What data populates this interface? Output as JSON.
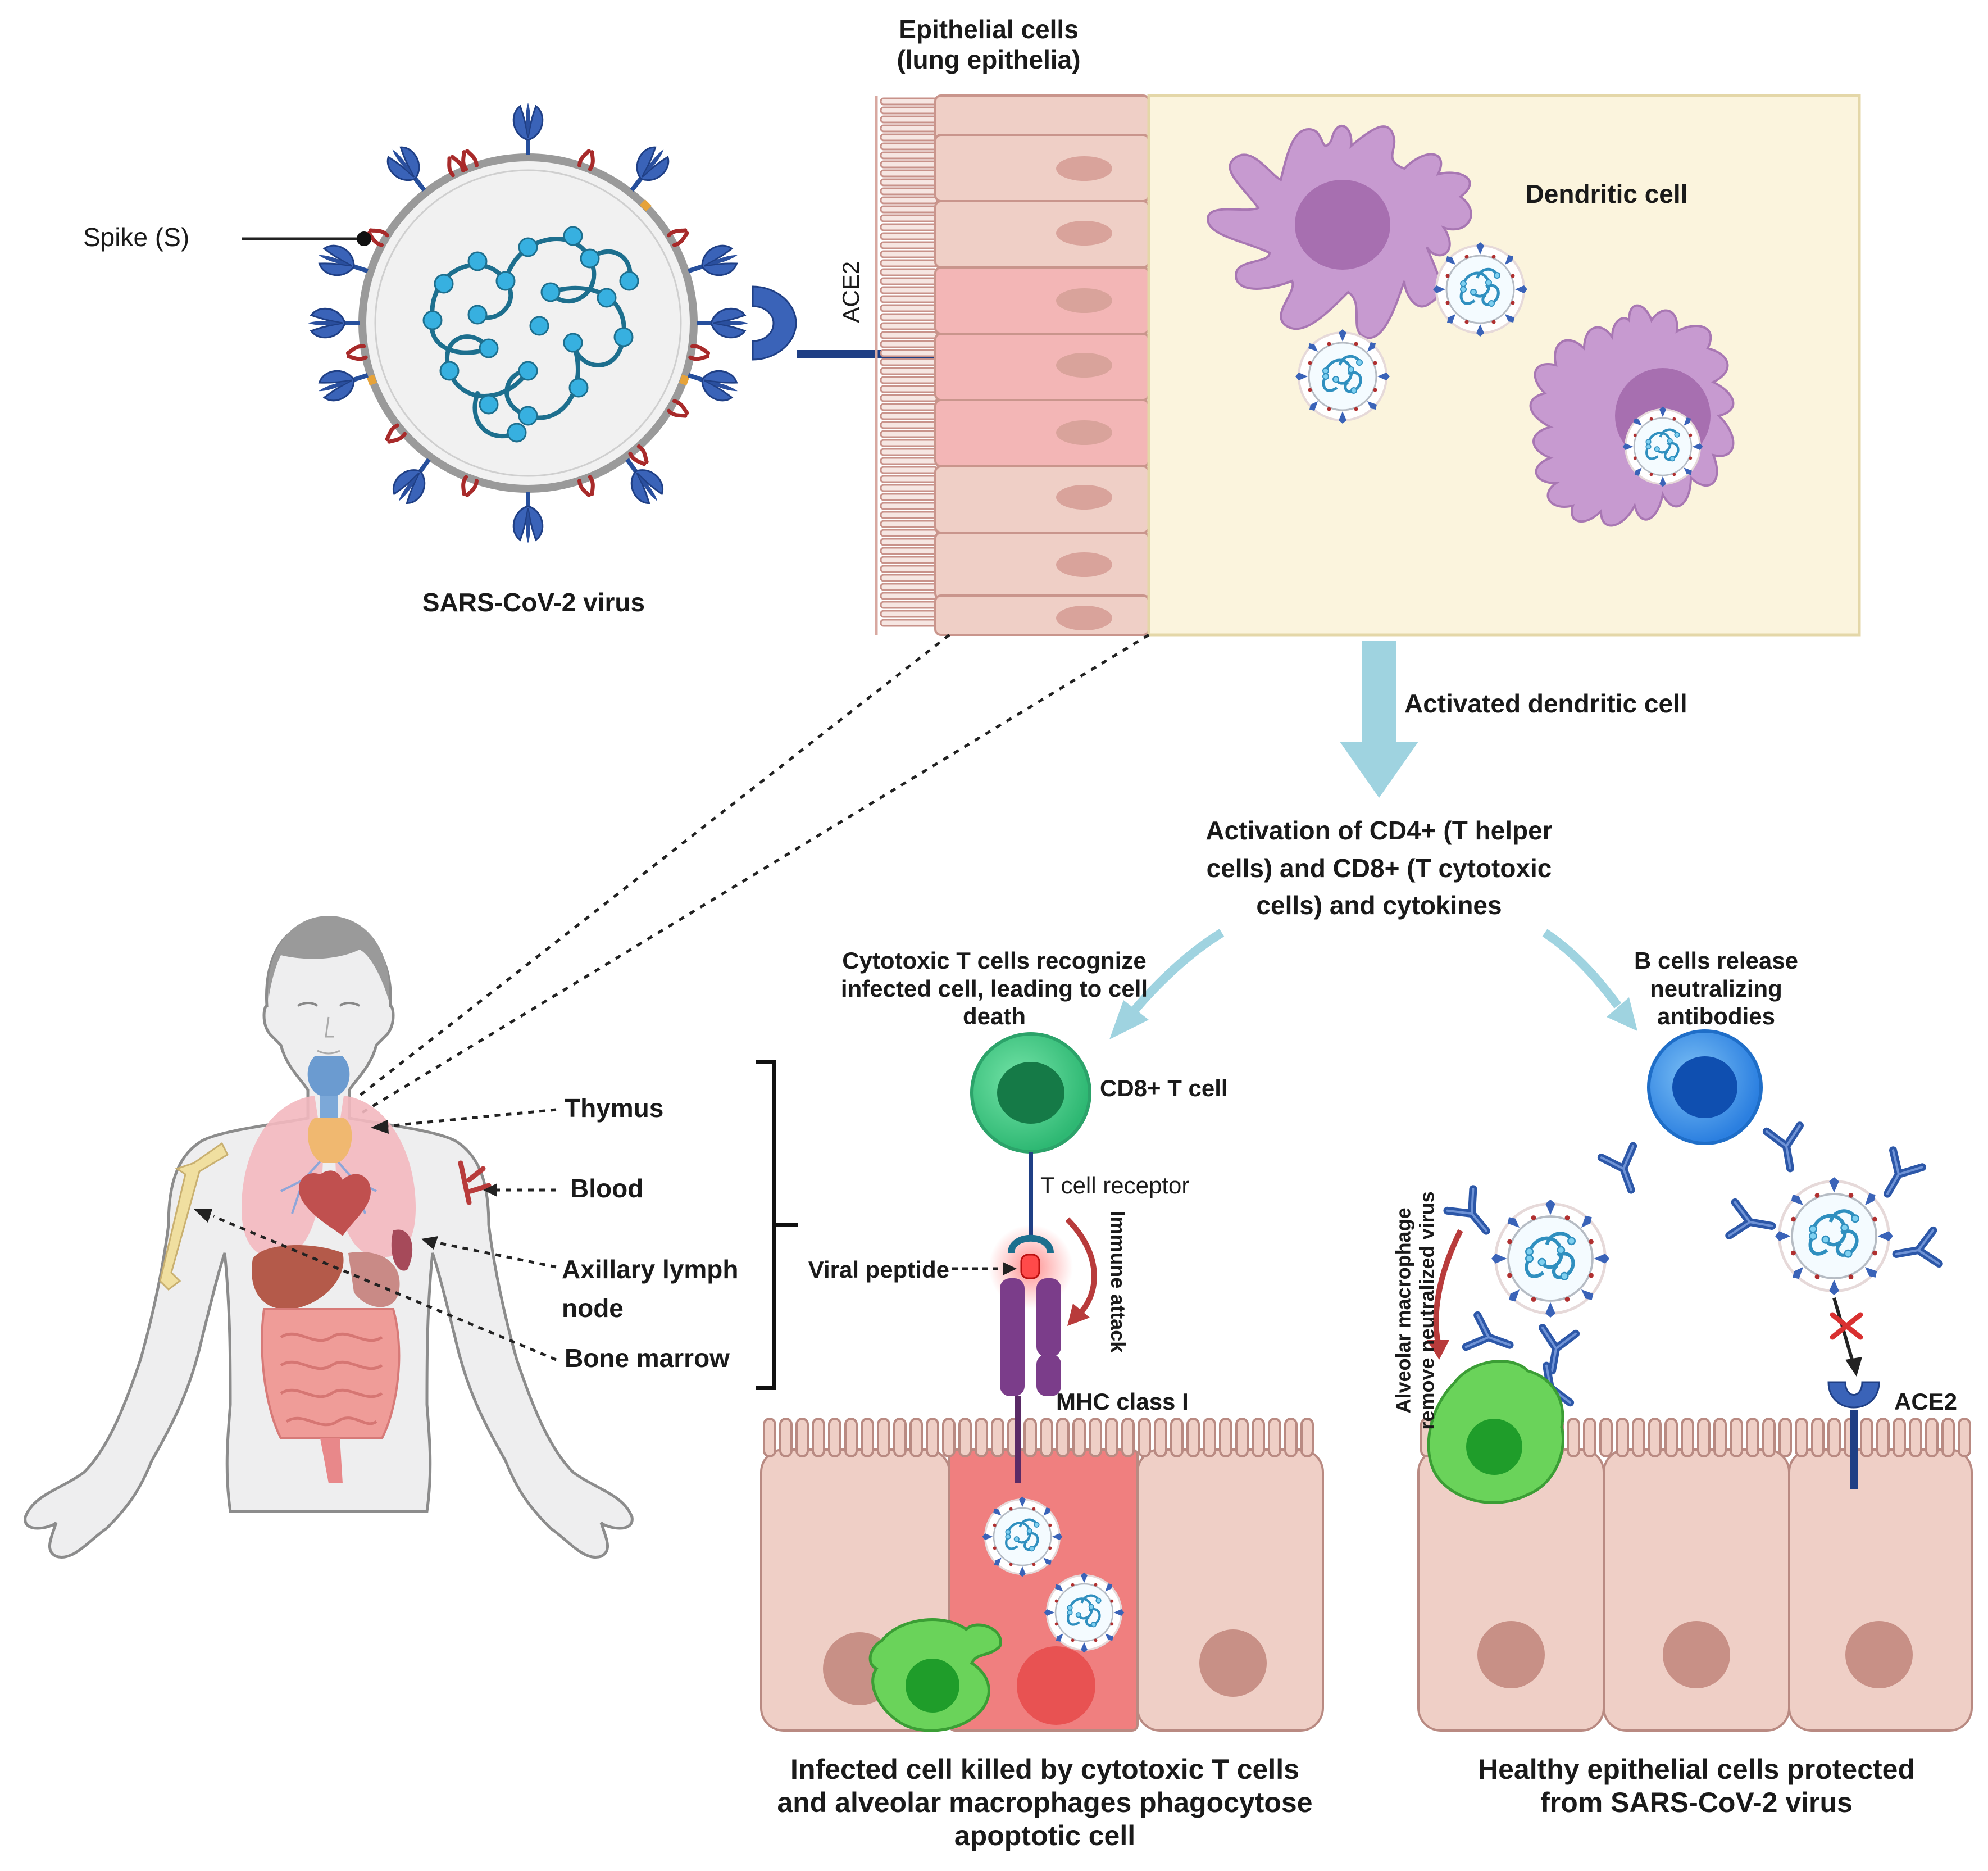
{
  "labels": {
    "spike": "Spike (S)",
    "virus_caption": "SARS-CoV-2 virus",
    "epithelial_title": "Epithelial cells\n(lung epithelia)",
    "ace2_top": "ACE2",
    "dendritic_cell": "Dendritic cell",
    "activated_dc": "Activated dendritic cell",
    "activation": "Activation of CD4+ (T helper\ncells) and CD8+ (T cytotoxic\ncells) and cytokines",
    "cytotoxic_recognize": "Cytotoxic T cells recognize\ninfected cell, leading to cell\ndeath",
    "b_cells": "B cells release\nneutralizing\nantibodies",
    "cd8": "CD8+ T cell",
    "tcr": "T cell receptor",
    "viral_peptide": "Viral peptide",
    "immune_attack": "Immune attack",
    "mhc": "MHC class I",
    "macrophage_remove": "Alveolar macrophage\nremove neutralized virus",
    "ace2_bottom": "ACE2",
    "thymus": "Thymus",
    "blood": "Blood",
    "axillary": "Axillary lymph\nnode",
    "bone_marrow": "Bone marrow",
    "infected_caption": "Infected cell killed by cytotoxic T cells\nand alveolar macrophages phagocytose\napoptotic cell",
    "healthy_caption": "Healthy epithelial cells protected\nfrom SARS-CoV-2 virus"
  },
  "colors": {
    "spike_blue": "#3a63b8",
    "membrane_red": "#a82a2a",
    "rna_teal": "#1d6f8e",
    "rna_bead": "#37b0e0",
    "dendritic_purple": "#c79ad0",
    "epithelium": "#efcfc6",
    "infected_cell": "#f07f7f",
    "tcell_green": "#4ccf8c",
    "bcell_blue": "#3b8ee8",
    "macrophage_green": "#6ad35a",
    "arrow_lightblue": "#9fd3e0",
    "mhc_purple": "#7b3d8a",
    "panel_cream": "#fbf4dd"
  }
}
